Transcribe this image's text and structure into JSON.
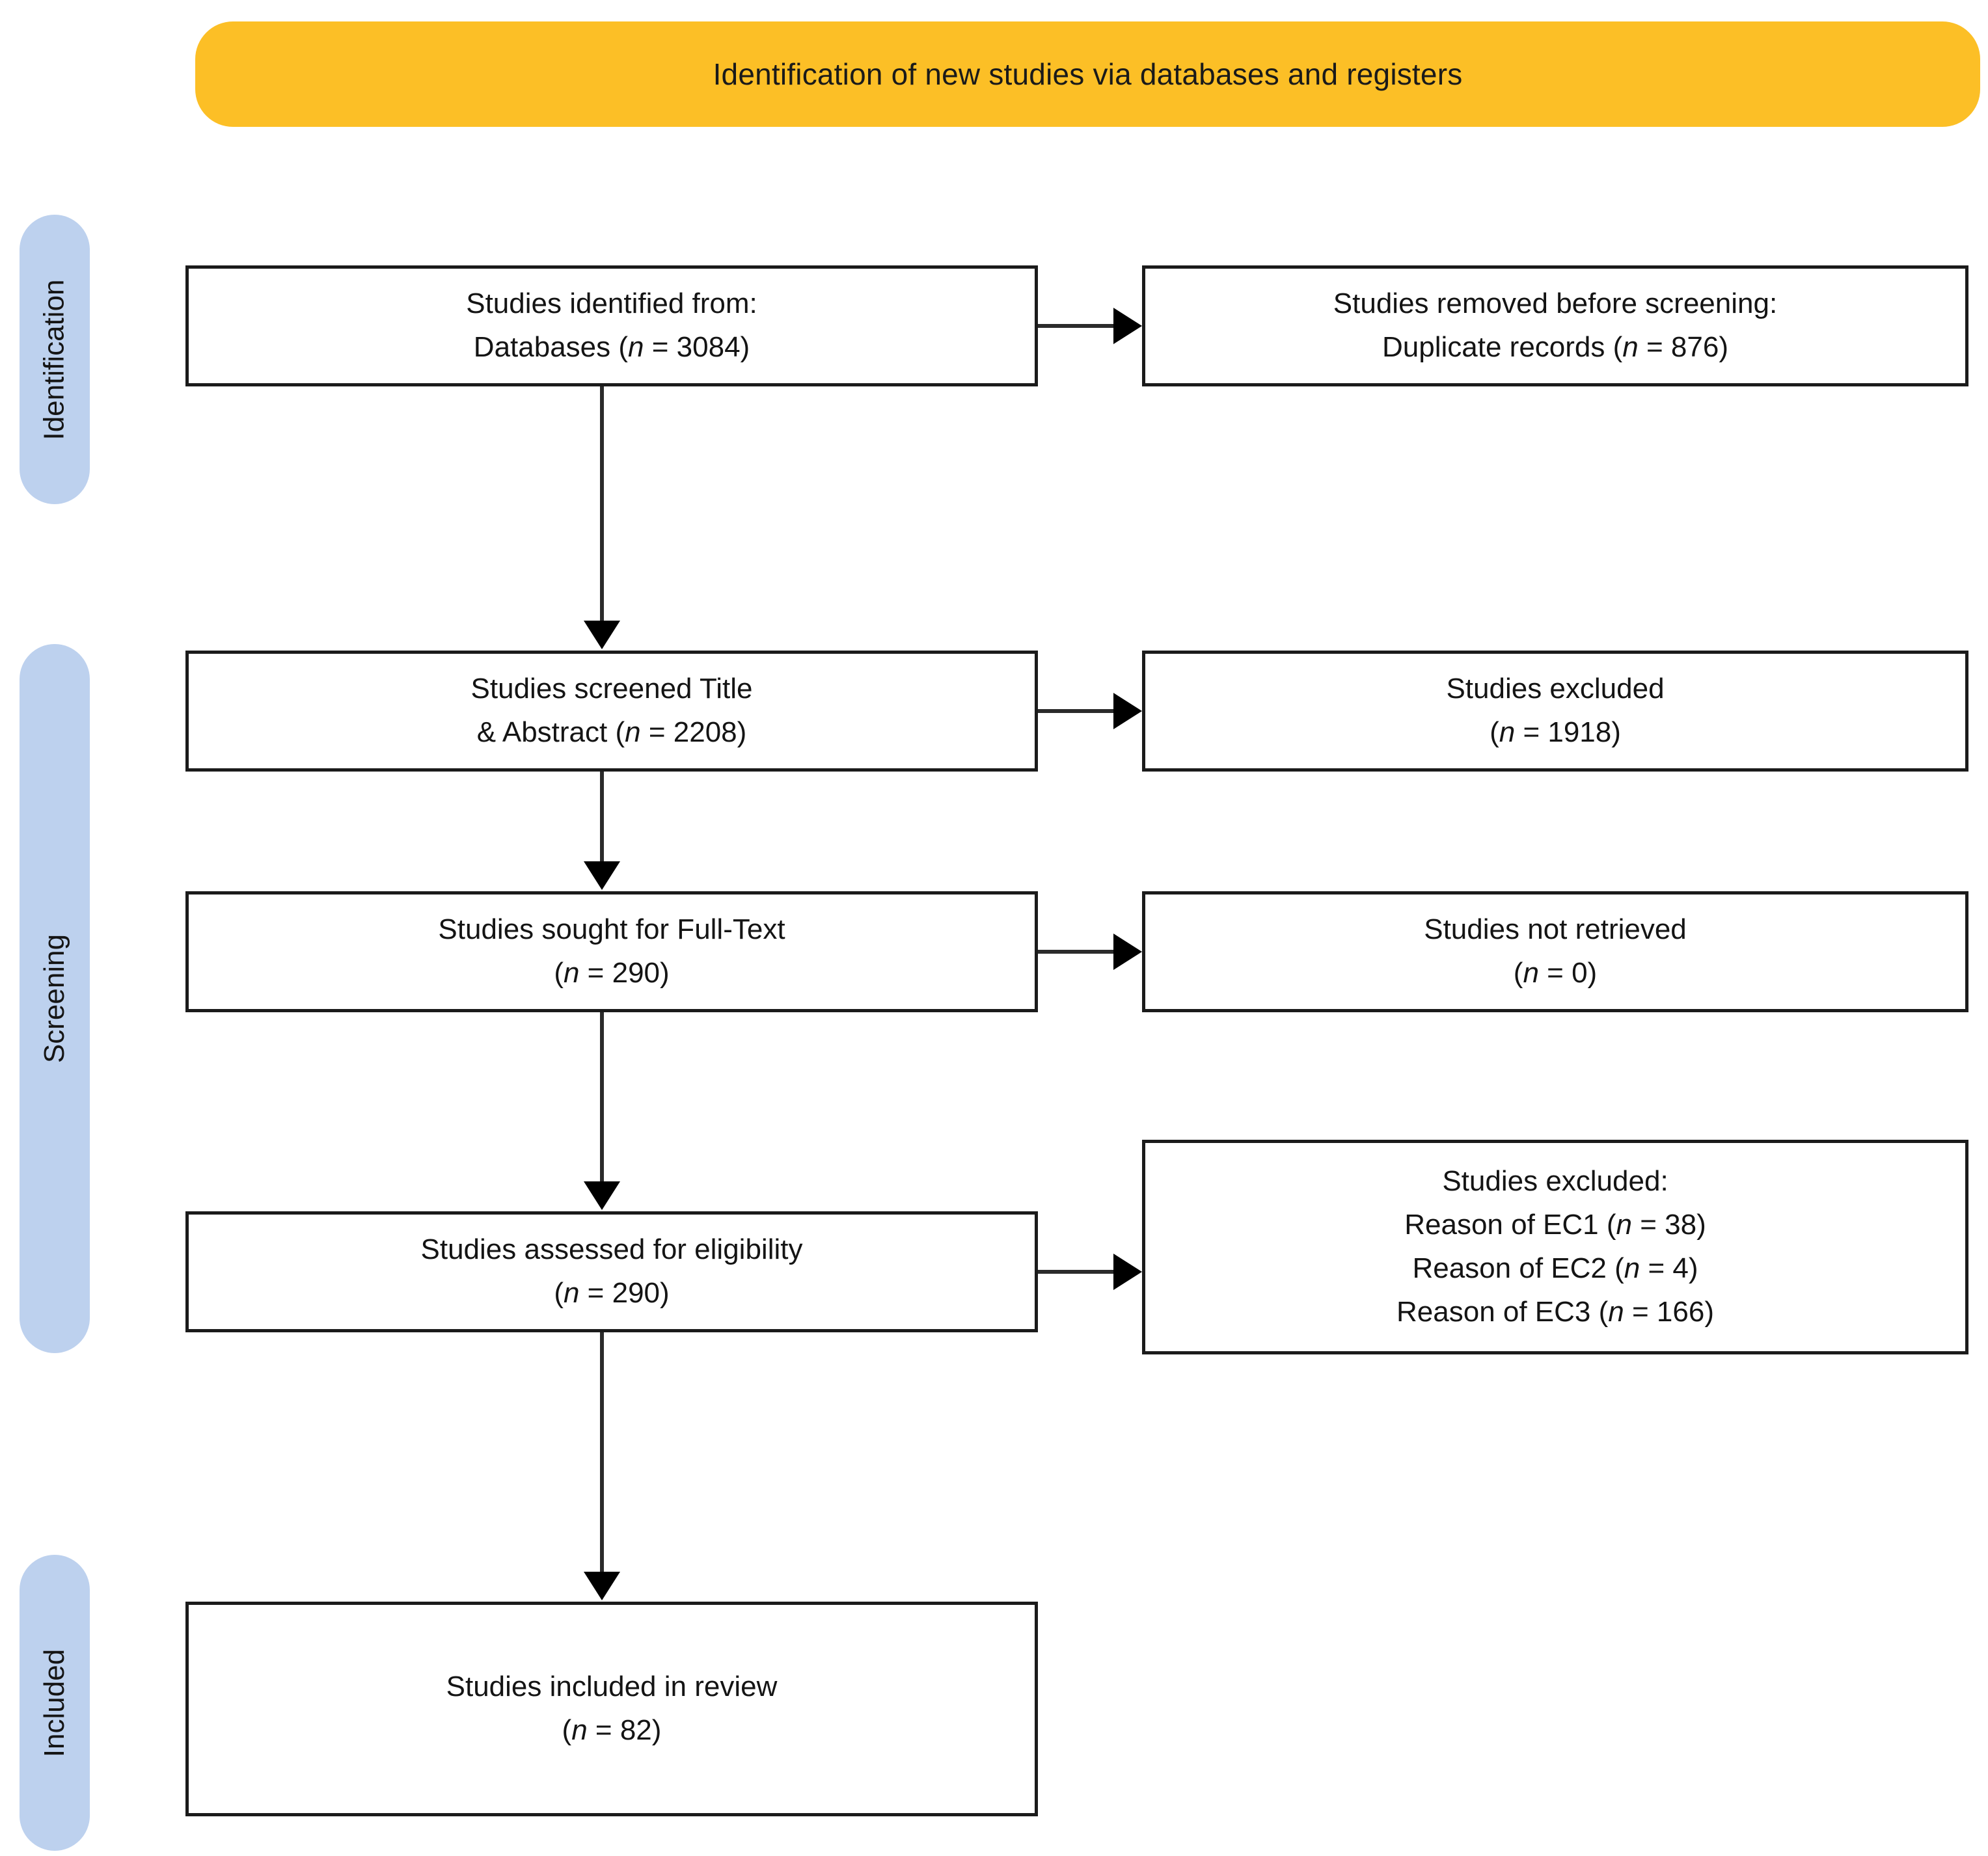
{
  "banner": {
    "title": "Identification of new studies via databases and registers",
    "color": "#FCBF26"
  },
  "sidebar": {
    "color": "#BDD1EE",
    "items": [
      {
        "label": "Identification"
      },
      {
        "label": "Screening"
      },
      {
        "label": "Included"
      }
    ]
  },
  "nodes": {
    "identified": {
      "line1": "Studies identified from:",
      "line2_pre": "Databases (",
      "line2_n": "n",
      "line2_post": " = 3084)"
    },
    "removed": {
      "line1": "Studies removed before screening:",
      "line2_pre": "Duplicate records (",
      "line2_n": "n",
      "line2_post": " = 876)"
    },
    "screened": {
      "line1": "Studies screened Title",
      "line2_pre": "& Abstract (",
      "line2_n": "n",
      "line2_post": " = 2208)"
    },
    "excluded_ta": {
      "line1": "Studies excluded",
      "line2_pre": "(",
      "line2_n": "n",
      "line2_post": " = 1918)"
    },
    "sought": {
      "line1": "Studies sought for Full-Text",
      "line2_pre": "(",
      "line2_n": "n",
      "line2_post": " = 290)"
    },
    "not_retrieved": {
      "line1": "Studies not retrieved",
      "line2_pre": "(",
      "line2_n": "n",
      "line2_post": " = 0)"
    },
    "assessed": {
      "line1": "Studies assessed for eligibility",
      "line2_pre": "(",
      "line2_n": "n",
      "line2_post": " = 290)"
    },
    "excluded_reasons": {
      "line1": "Studies excluded:",
      "line2_pre": "Reason of EC1 (",
      "line2_n": "n",
      "line2_post": " = 38)",
      "line3_pre": "Reason of EC2 (",
      "line3_n": "n",
      "line3_post": " = 4)",
      "line4_pre": "Reason of EC3 (",
      "line4_n": "n",
      "line4_post": " = 166)"
    },
    "included": {
      "line1": "Studies included in review",
      "line2_pre": "(",
      "line2_n": "n",
      "line2_post": " = 82)"
    }
  },
  "chart_data": {
    "type": "diagram",
    "title": "Identification of new studies via databases and registers",
    "phases": [
      "Identification",
      "Screening",
      "Included"
    ],
    "flow": [
      {
        "id": "identified",
        "phase": "Identification",
        "label": "Studies identified from: Databases",
        "n": 3084
      },
      {
        "id": "removed",
        "phase": "Identification",
        "label": "Studies removed before screening: Duplicate records",
        "n": 876,
        "side": "right"
      },
      {
        "id": "screened",
        "phase": "Screening",
        "label": "Studies screened Title & Abstract",
        "n": 2208
      },
      {
        "id": "excluded_ta",
        "phase": "Screening",
        "label": "Studies excluded",
        "n": 1918,
        "side": "right"
      },
      {
        "id": "sought",
        "phase": "Screening",
        "label": "Studies sought for Full-Text",
        "n": 290
      },
      {
        "id": "not_retrieved",
        "phase": "Screening",
        "label": "Studies not retrieved",
        "n": 0,
        "side": "right"
      },
      {
        "id": "assessed",
        "phase": "Screening",
        "label": "Studies assessed for eligibility",
        "n": 290
      },
      {
        "id": "excluded_reasons",
        "phase": "Screening",
        "label": "Studies excluded",
        "side": "right",
        "reasons": [
          {
            "label": "Reason of EC1",
            "n": 38
          },
          {
            "label": "Reason of EC2",
            "n": 4
          },
          {
            "label": "Reason of EC3",
            "n": 166
          }
        ]
      },
      {
        "id": "included",
        "phase": "Included",
        "label": "Studies included in review",
        "n": 82
      }
    ],
    "edges": [
      {
        "from": "identified",
        "to": "removed",
        "direction": "right"
      },
      {
        "from": "identified",
        "to": "screened",
        "direction": "down"
      },
      {
        "from": "screened",
        "to": "excluded_ta",
        "direction": "right"
      },
      {
        "from": "screened",
        "to": "sought",
        "direction": "down"
      },
      {
        "from": "sought",
        "to": "not_retrieved",
        "direction": "right"
      },
      {
        "from": "sought",
        "to": "assessed",
        "direction": "down"
      },
      {
        "from": "assessed",
        "to": "excluded_reasons",
        "direction": "right"
      },
      {
        "from": "assessed",
        "to": "included",
        "direction": "down"
      }
    ]
  }
}
